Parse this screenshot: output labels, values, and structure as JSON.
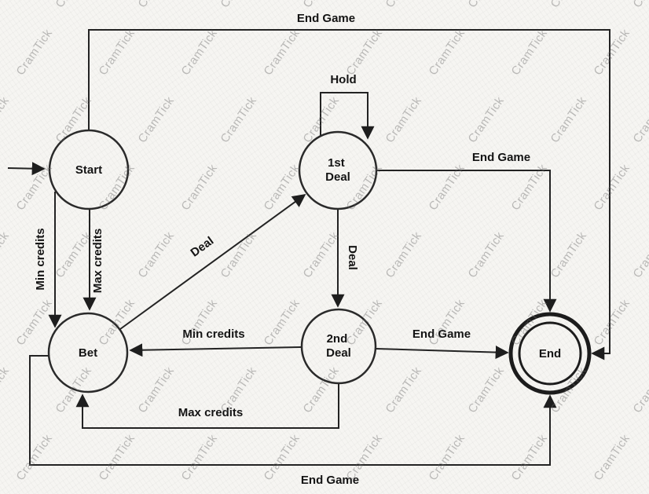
{
  "watermark": {
    "text": "CramTick"
  },
  "states": {
    "start": "Start",
    "first_deal_line1": "1st",
    "first_deal_line2": "Deal",
    "second_deal_line1": "2nd",
    "second_deal_line2": "Deal",
    "bet": "Bet",
    "end": "End"
  },
  "transitions": {
    "start_to_end_top": "End Game",
    "hold_loop": "Hold",
    "start_to_bet_min": "Min credits",
    "start_to_bet_max": "Max credits",
    "bet_to_first_deal": "Deal",
    "first_to_second_deal": "Deal",
    "first_deal_to_end": "End Game",
    "second_deal_to_bet_min": "Min credits",
    "second_deal_to_end": "End Game",
    "second_deal_to_bet_max": "Max credits",
    "bet_to_end_bottom": "End Game"
  }
}
